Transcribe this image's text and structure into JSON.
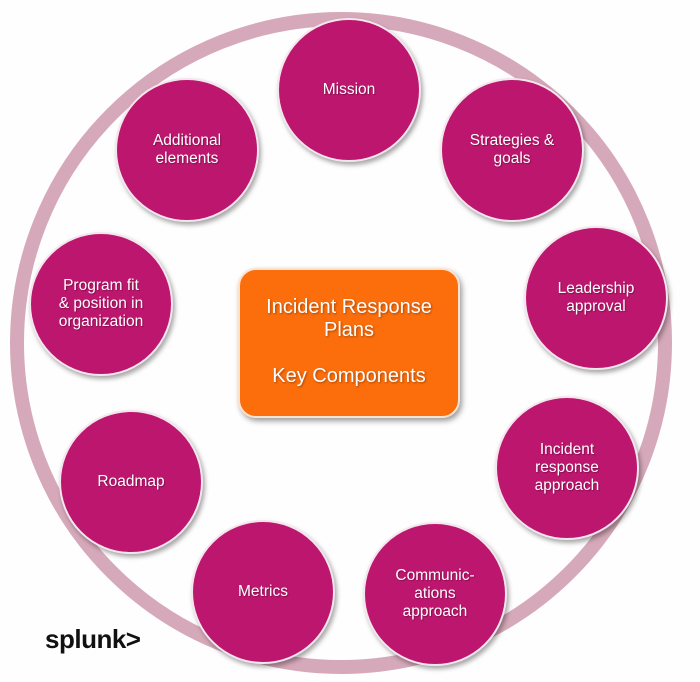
{
  "center": {
    "title": "Incident Response\nPlans",
    "subtitle": "Key Components"
  },
  "nodes": [
    {
      "label": "Mission"
    },
    {
      "label": "Strategies &\ngoals"
    },
    {
      "label": "Leadership\napproval"
    },
    {
      "label": "Incident\nresponse\napproach"
    },
    {
      "label": "Communic-\nations\napproach"
    },
    {
      "label": "Metrics"
    },
    {
      "label": "Roadmap"
    },
    {
      "label": "Program fit\n& position in\norganization"
    },
    {
      "label": "Additional\nelements"
    }
  ],
  "logo": {
    "text": "splunk>"
  },
  "colors": {
    "node": "#bd166e",
    "center": "#fc6e0c",
    "ring": "#d6a9ba"
  }
}
